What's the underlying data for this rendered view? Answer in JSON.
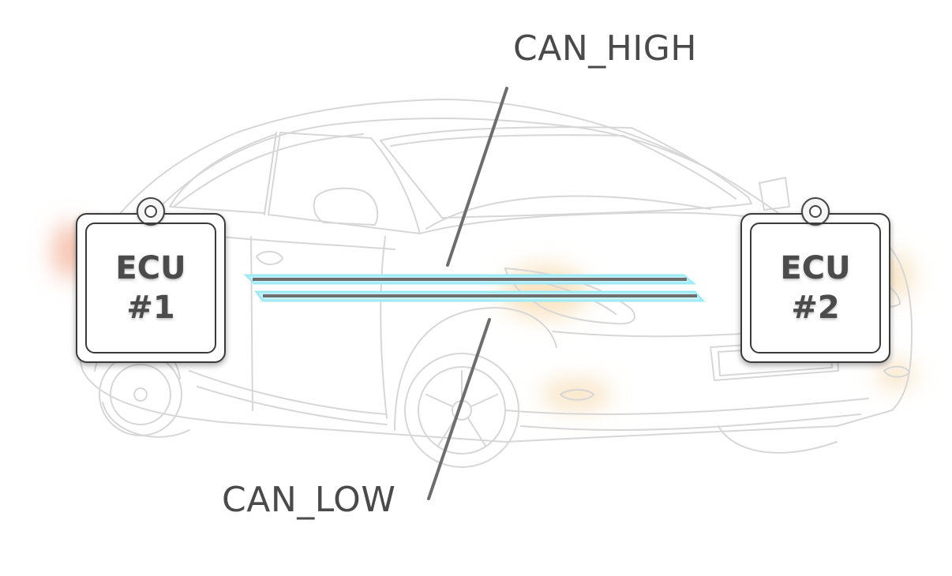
{
  "labels": {
    "can_high": "CAN_HIGH",
    "can_low": "CAN_LOW"
  },
  "ecus": [
    {
      "line1": "ECU",
      "line2": "#1"
    },
    {
      "line1": "ECU",
      "line2": "#2"
    }
  ],
  "colors": {
    "text": "#4a4a4a",
    "wire_core": "#6e6e6e",
    "wire_glow": "#9eeaf5",
    "car_outline": "#d7d7d7",
    "headlight_glow": "#f7dcb0",
    "taillight_glow": "#f4b59e"
  },
  "icons": [
    "ecu-connector-pin-icon",
    "car-illustration"
  ]
}
